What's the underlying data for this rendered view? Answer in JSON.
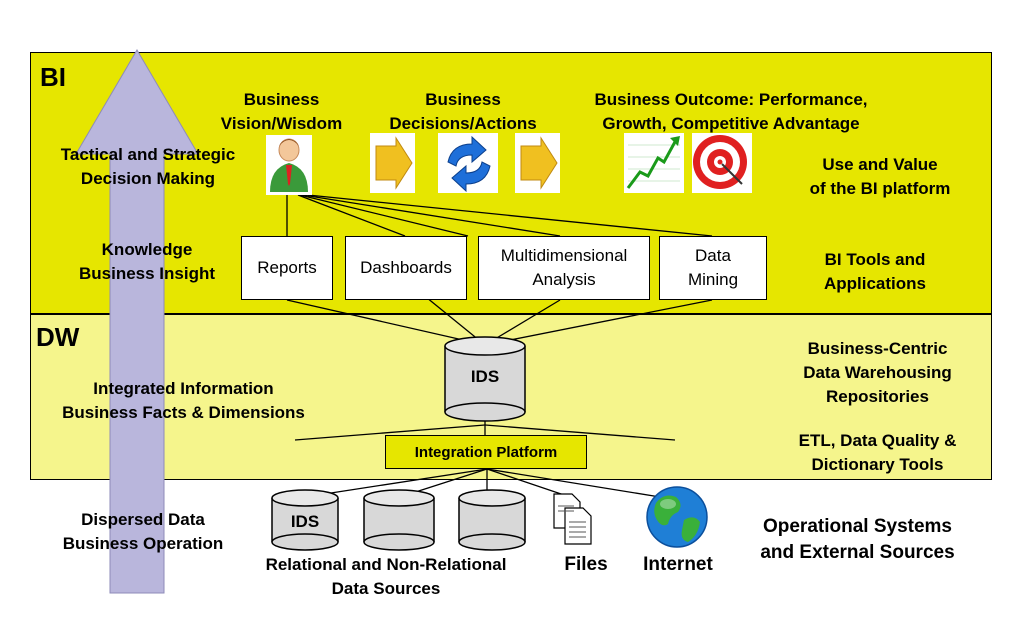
{
  "panels": {
    "bi_label": "BI",
    "dw_label": "DW"
  },
  "left_labels": {
    "tactical": "Tactical and Strategic\nDecision Making",
    "knowledge": "Knowledge\nBusiness Insight",
    "integrated": "Integrated Information\nBusiness Facts & Dimensions",
    "dispersed": "Dispersed Data\nBusiness Operation"
  },
  "top_labels": {
    "vision": "Business\nVision/Wisdom",
    "decisions": "Business\nDecisions/Actions",
    "outcome": "Business Outcome: Performance,\nGrowth, Competitive Advantage"
  },
  "right_labels": {
    "use_value": "Use and Value\nof the BI platform",
    "bi_tools": "BI  Tools and\nApplications",
    "business_centric": "Business-Centric\nData Warehousing\nRepositories",
    "etl": "ETL, Data Quality &\nDictionary Tools",
    "operational": "Operational Systems\nand External Sources"
  },
  "tools": {
    "reports": "Reports",
    "dashboards": "Dashboards",
    "multidimensional": "Multidimensional\nAnalysis",
    "data_mining": "Data\nMining"
  },
  "dw": {
    "ids_label": "IDS",
    "integration_platform": "Integration Platform"
  },
  "sources": {
    "ids_label": "IDS",
    "relational": "Relational and Non-Relational\nData Sources",
    "files": "Files",
    "internet": "Internet"
  },
  "icons": {
    "person": "business-person-icon",
    "arrow": "right-arrow-icon",
    "refresh": "refresh-arrows-icon",
    "chart": "growth-chart-icon",
    "target": "target-icon",
    "database": "database-icon",
    "document": "document-icon",
    "globe": "globe-icon"
  },
  "colors": {
    "bi_panel": "#e6e600",
    "dw_panel": "#f5f58c",
    "big_arrow": "#b9b6dc"
  }
}
